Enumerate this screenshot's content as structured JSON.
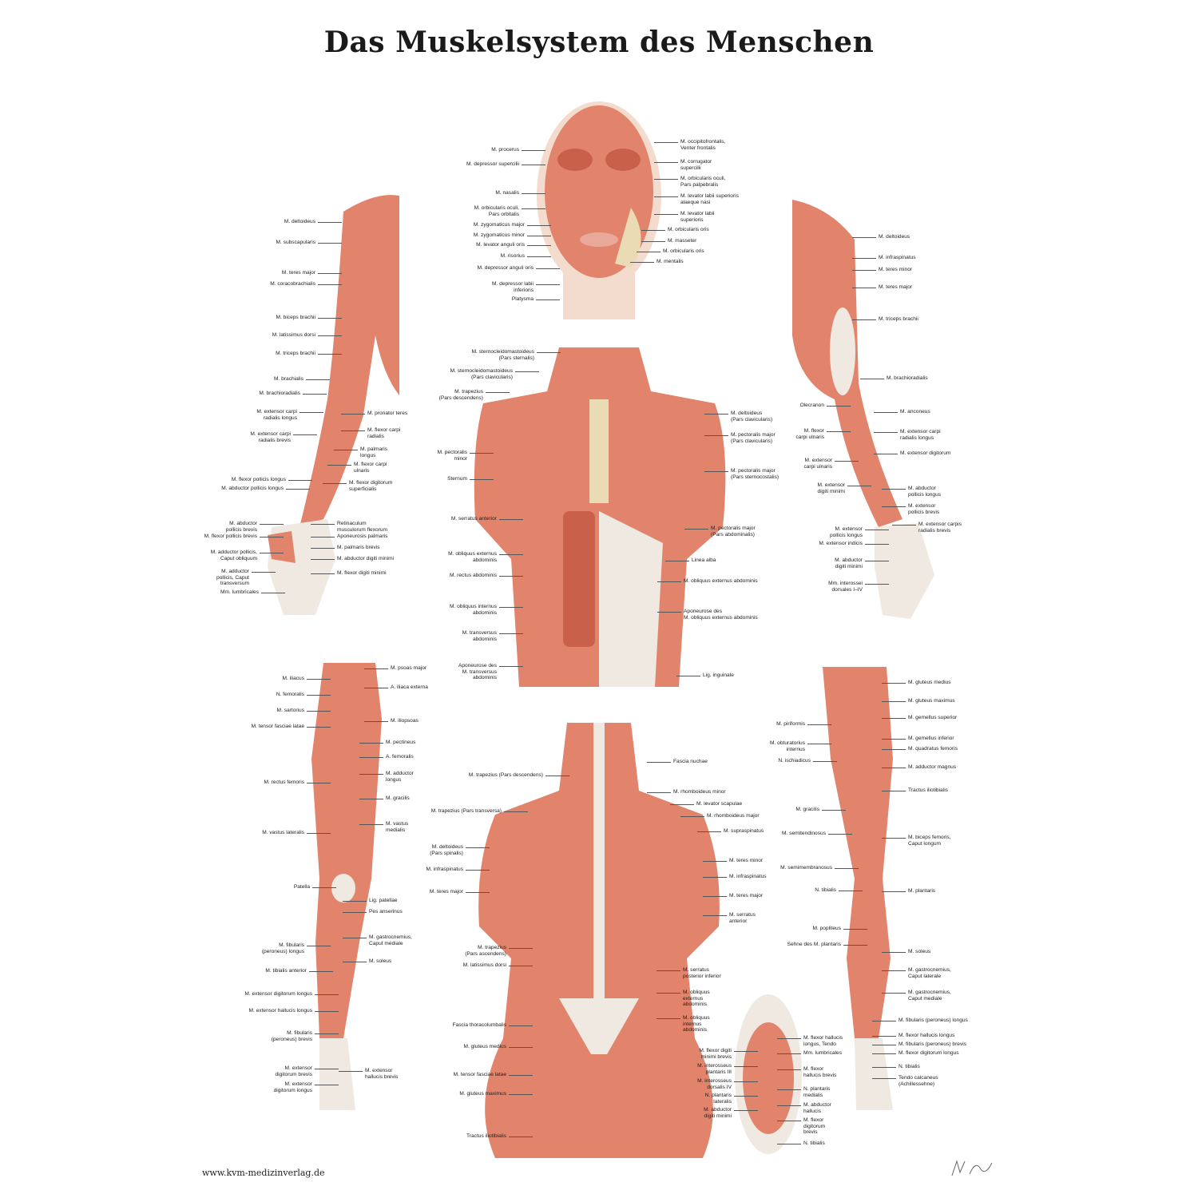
{
  "title": "Das Muskelsystem des Menschen",
  "footer_url": "www.kvm-medizinverlag.de",
  "signature": "M. Wacker",
  "colors": {
    "muscle": "#e2836b",
    "muscle_dark": "#c9604a",
    "tendon": "#efe9e2",
    "skin": "#f3dccd",
    "bone": "#eadbb5"
  },
  "groups": {
    "face": {
      "labels": [
        "M. procerus",
        "M. depressor supercilii",
        "M. nasalis",
        "M. orbicularis oculi,\nPars orbitalis",
        "M. zygomaticus major",
        "M. zygomaticus minor",
        "M. levator anguli oris",
        "M. risorius",
        "M. depressor anguli oris",
        "M. depressor labii\ninferioris",
        "Platysma",
        "M. occipitofrontalis,\nVenter frontalis",
        "M. corrugator\nsupercilii",
        "M. orbicularis oculi,\nPars palpebralis",
        "M. levator labii superioris\nalaeque nasi",
        "M. levator labii\nsuperioris",
        "M. orbicularis oris",
        "M. masseter",
        "M. orbicularis oris",
        "M. mentalis"
      ]
    },
    "arm_anterior": {
      "labels": [
        "M. deltoideus",
        "M. subscapularis",
        "M. teres major",
        "M. coracobrachialis",
        "M. biceps brachii",
        "M. latissimus dorsi",
        "M. triceps brachii",
        "M. brachialis",
        "M. brachioradialis",
        "M. extensor carpi\nradialis longus",
        "M. extensor carpi\nradialis brevis",
        "M. flexor pollicis longus",
        "M. abductor pollicis longus",
        "M. abductor\npollicis brevis",
        "M. flexor pollicis brevis",
        "M. adductor pollicis,\nCaput obliquum",
        "M. adductor\npollicis, Caput\ntransversum",
        "Mm. lumbricales",
        "M. pronator teres",
        "M. flexor carpi\nradialis",
        "M. palmaris\nlongus",
        "M. flexor carpi\nulnaris",
        "M. flexor digitorum\nsuperficialis",
        "Retinaculum\nmusculorum flexorum",
        "Aponeurosis palmaris",
        "M. palmaris brevis",
        "M. abductor digiti minimi",
        "M. flexor digiti minimi"
      ]
    },
    "arm_posterior": {
      "labels": [
        "M. deltoideus",
        "M. infraspinatus",
        "M. teres minor",
        "M. teres major",
        "M. triceps brachii",
        "M. brachioradialis",
        "M. anconeus",
        "M. extensor carpi\nradialis longus",
        "M. extensor digitorum",
        "M. abductor\npollicis longus",
        "M. extensor\npollicis brevis",
        "M. extensor carpis\nradialis brevis",
        "Olecranon",
        "M. flexor\ncarpi ulnaris",
        "M. extensor\ncarpi ulnaris",
        "M. extensor\ndigiti minimi",
        "M. extensor\npollicis longus",
        "M. extensor indicis",
        "M. abductor\ndigiti minimi",
        "Mm. interossei\ndorsales I–IV"
      ]
    },
    "torso_anterior": {
      "labels": [
        "M. sternocleidomastoideus\n(Pars sternalis)",
        "M. sternocleidomastoideus\n(Pars clavicularis)",
        "M. trapezius\n(Pars descendens)",
        "M. pectoralis\nminor",
        "Sternum",
        "M. serratus anterior",
        "M. obliquus externus\nabdominis",
        "M. rectus abdominis",
        "M. obliquus internus\nabdominis",
        "M. transversus\nabdominis",
        "Aponeurose des\nM. transversus\nabdominis",
        "M. deltoideus\n(Pars clavicularis)",
        "M. pectoralis major\n(Pars clavicularis)",
        "M. pectoralis major\n(Pars sternocostalis)",
        "M. pectoralis major\n(Pars abdominalis)",
        "Linea alba",
        "M. obliquus externus abdominis",
        "Aponeurose des\nM. obliquus externus abdominis",
        "Lig. inguinale"
      ]
    },
    "leg_anterior": {
      "labels": [
        "M. iliacus",
        "N. femoralis",
        "M. sartorius",
        "M. tensor fasciae latae",
        "M. rectus femoris",
        "M. vastus lateralis",
        "Patella",
        "M. fibularis\n(peroneus) longus",
        "M. tibialis anterior",
        "M. extensor digitorum longus",
        "M. extensor hallucis longus",
        "M. fibularis\n(peroneus) brevis",
        "M. extensor\ndigitorum brevis",
        "M. extensor\ndigitorum longus",
        "M. psoas major",
        "A. iliaca externa",
        "M. iliopsoas",
        "M. pectineus",
        "A. femoralis",
        "M. adductor\nlongus",
        "M. gracilis",
        "M. vastus\nmedialis",
        "Lig. patellae",
        "Pes anserinus",
        "M. gastrocnemius,\nCaput mediale",
        "M. soleus",
        "M. extensor\nhallucis brevis"
      ]
    },
    "back": {
      "labels": [
        "M. trapezius (Pars descendens)",
        "M. trapezius (Pars transversa)",
        "M. deltoideus\n(Pars spinalis)",
        "M. infraspinatus",
        "M. teres major",
        "M. trapezius\n(Pars ascendens)",
        "M. latissimus dorsi",
        "Fascia thoracolumbalis",
        "M. gluteus medius",
        "M. tensor fasciae latae",
        "M. gluteus maximus",
        "Tractus iliotibialis",
        "Fascia nuchae",
        "M. rhomboideus minor",
        "M. levator scapulae",
        "M. rhomboideus major",
        "M. supraspinatus",
        "M. teres minor",
        "M. infraspinatus",
        "M. teres major",
        "M. serratus\nanterior",
        "M. serratus\nposterior inferior",
        "M. obliquus\nexternus\nabdominis",
        "M. obliquus\ninternus\nabdominis"
      ]
    },
    "foot": {
      "labels": [
        "M. flexor digiti\nminimi brevis",
        "M. interosseus\nplantaris III",
        "M. interosseus\ndorsalis IV",
        "N. plantaris\nlateralis",
        "M. abductor\ndigiti minimi",
        "M. flexor hallucis\nlongus, Tendo",
        "Mm. lumbricales",
        "M. flexor\nhallucis brevis",
        "N. plantaris\nmedialis",
        "M. abductor\nhallucis",
        "M. flexor\ndigitorum\nbrevis",
        "N. tibialis"
      ]
    },
    "leg_posterior": {
      "labels": [
        "M. piriformis",
        "M. obturatorius\ninternus",
        "N. ischiadicus",
        "M. gracilis",
        "M. semitendinosus",
        "M. semimembranosus",
        "N. tibialis",
        "M. popliteus",
        "Sehne des M. plantaris",
        "M. gluteus medius",
        "M. gluteus maximus",
        "M. gemellus superior",
        "M. gemellus inferior",
        "M. quadratus femoris",
        "M. adductor magnus",
        "Tractus iliotibialis",
        "M. biceps femoris,\nCaput longum",
        "M. plantaris",
        "M. soleus",
        "M. gastrocnemius,\nCaput laterale",
        "M. gastrocnemius,\nCaput mediale",
        "M. fibularis (peroneus) longus",
        "M. flexor hallucis longus",
        "M. fibularis (peroneus) brevis",
        "M. flexor digitorum longus",
        "N. tibialis",
        "Tendo calcaneus\n(Achillessehne)"
      ]
    }
  }
}
